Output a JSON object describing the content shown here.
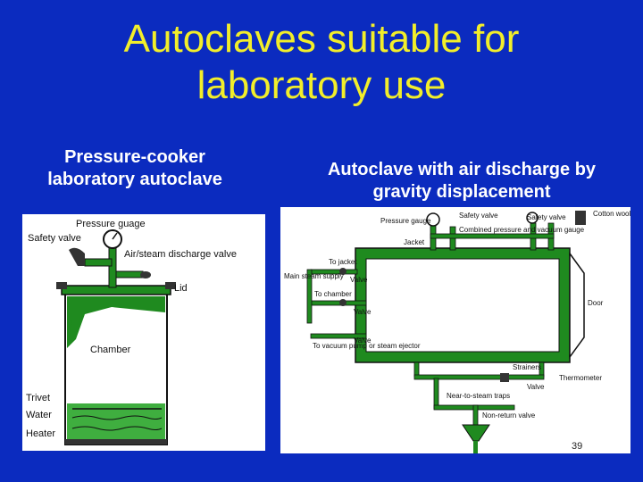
{
  "slide": {
    "title_line1": "Autoclaves suitable for",
    "title_line2": "laboratory use",
    "left_caption_line1": "Pressure-cooker",
    "left_caption_line2": "laboratory autoclave",
    "right_caption_line1": "Autoclave with air discharge by",
    "right_caption_line2": "gravity displacement",
    "page_number": "39"
  },
  "left_diagram": {
    "labels": {
      "pressure_gauge": "Pressure guage",
      "safety_valve": "Safety valve",
      "discharge_valve": "Air/steam discharge valve",
      "lid": "Lid",
      "chamber": "Chamber",
      "trivet": "Trivet",
      "water": "Water",
      "heater": "Heater"
    }
  },
  "right_diagram": {
    "labels": {
      "pressure_gauge": "Pressure gauge",
      "safety_valve_1": "Safety valve",
      "safety_valve_2": "Safety valve",
      "cotton_filter": "Cotton wool filter",
      "combined_gauge": "Combined pressure and vacuum gauge",
      "jacket": "Jacket",
      "to_jacket": "To jacket",
      "main_steam_supply": "Main steam supply",
      "valve_1": "Valve",
      "to_chamber": "To chamber",
      "valve_2": "Valve",
      "valve_3": "Valve",
      "to_vacuum_pump": "To vacuum pump or steam ejector",
      "door": "Door",
      "strainers": "Strainers",
      "thermometer": "Thermometer",
      "near_to_steam_traps": "Near-to-steam traps",
      "valve_4": "Valve",
      "non_return_valve": "Non-return valve"
    }
  },
  "colors": {
    "background": "#0b2bbf",
    "title": "#f2ee2a",
    "pipe_green": "#1f8a1f",
    "water_green": "#3fae3f"
  }
}
